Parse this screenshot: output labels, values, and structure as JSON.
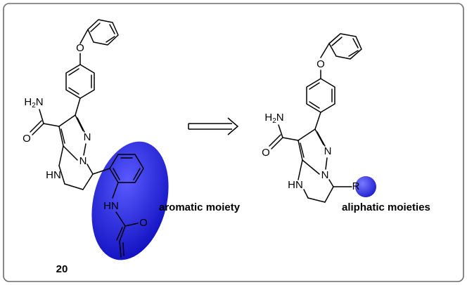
{
  "compound_label": "20",
  "captions": {
    "aromatic": "aromatic moiety",
    "aliphatic": "aliphatic moieties"
  },
  "atoms": {
    "oxygen_ether": "O",
    "amide_nh2": "H2N",
    "amide_oxygen": "O",
    "ring_n": "N",
    "ring_n_bridge": "N",
    "ring_nh": "HN",
    "acryl_nh": "HN",
    "acryl_o": "O",
    "r_group": "R"
  },
  "colors": {
    "highlight": "#3a3af0",
    "highlight_dark": "#0a0aa8",
    "frame": "#6b6b6b"
  },
  "arrow": "right-open-arrow"
}
